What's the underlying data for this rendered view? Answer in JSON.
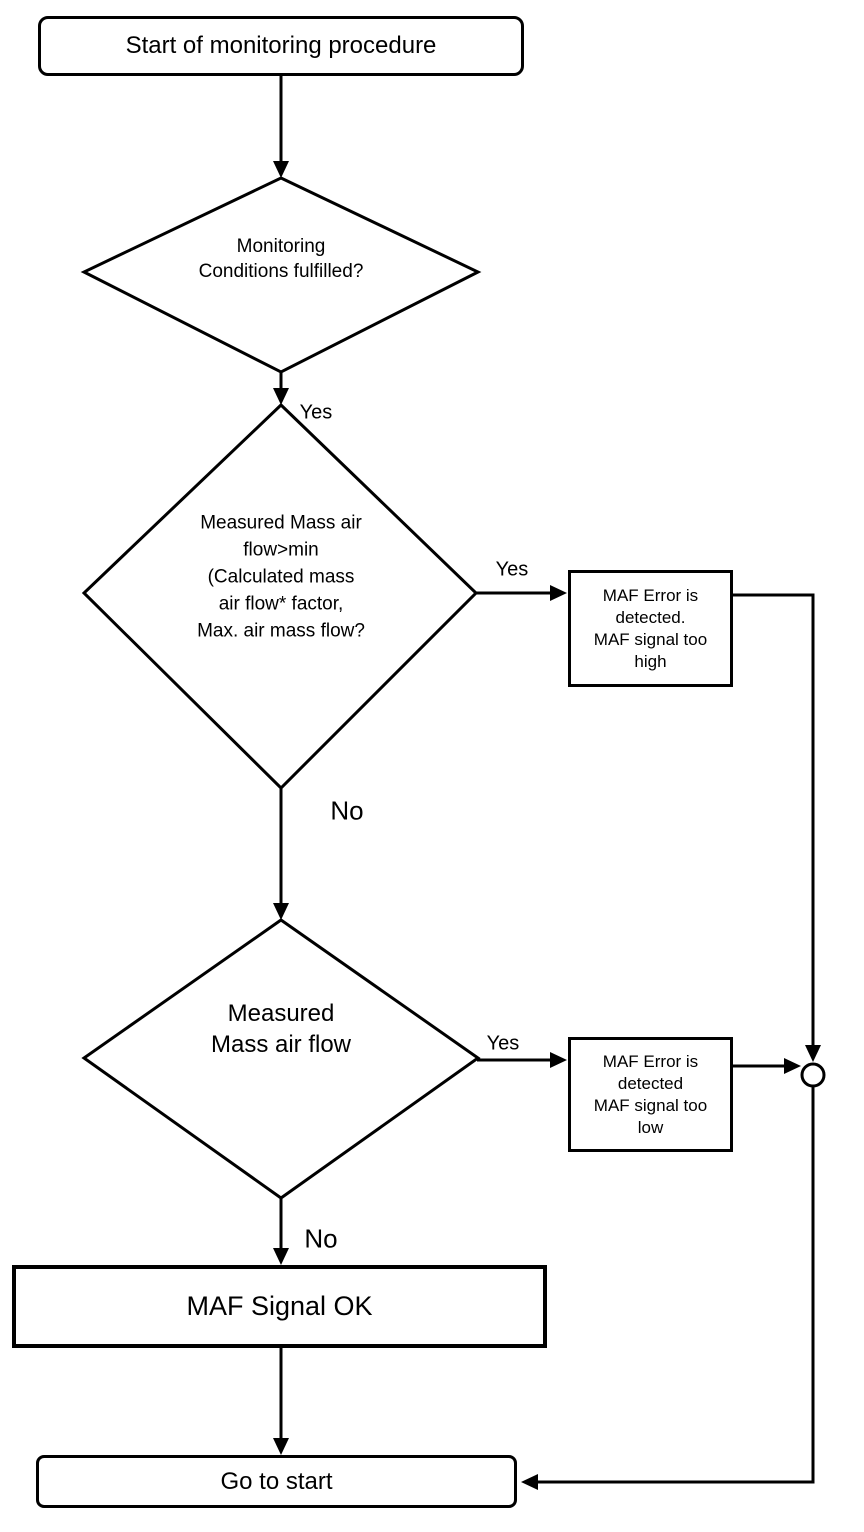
{
  "diagram": {
    "background": "#ffffff",
    "line_color": "#000000",
    "nodes": {
      "start": {
        "shape": "rounded-rect",
        "label": "Start of monitoring procedure"
      },
      "decision_conditions": {
        "shape": "diamond",
        "label": "Monitoring\nConditions fulfilled?"
      },
      "decision_flow_high": {
        "shape": "diamond",
        "label": "Measured Mass air\nflow>min\n(Calculated mass\nair flow* factor,\nMax. air mass flow?"
      },
      "error_high": {
        "shape": "rect",
        "label": "MAF Error is\ndetected.\nMAF signal too\nhigh"
      },
      "decision_flow_low": {
        "shape": "diamond",
        "label": "Measured\nMass air flow"
      },
      "error_low": {
        "shape": "rect",
        "label": "MAF Error is\ndetected\nMAF signal too\nlow"
      },
      "signal_ok": {
        "shape": "rect",
        "label": "MAF Signal OK"
      },
      "goto_start": {
        "shape": "rounded-rect",
        "label": "Go to start"
      }
    },
    "edges": {
      "conditions_yes": "Yes",
      "flow_high_yes": "Yes",
      "flow_high_no": "No",
      "flow_low_yes": "Yes",
      "flow_low_no": "No"
    }
  }
}
